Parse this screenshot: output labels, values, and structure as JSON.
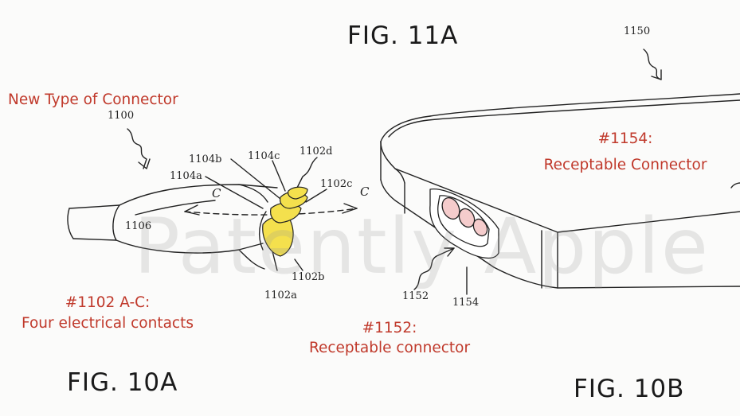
{
  "figures": {
    "fig11a": "FIG. 11A",
    "fig10a": "FIG. 10A",
    "fig10b": "FIG. 10B"
  },
  "annotations": {
    "new_connector": "New Type of Connector",
    "contacts_id": "#1102 A-C:",
    "contacts_desc": "Four electrical contacts",
    "receptable_id": "#1152:",
    "receptable_desc": "Receptable connector",
    "receptable2_id": "#1154:",
    "receptable2_desc": "Receptable Connector"
  },
  "reference_numbers": {
    "r1100": "1100",
    "r1104b": "1104b",
    "r1104c": "1104c",
    "r1102d": "1102d",
    "r1104a": "1104a",
    "r1102c": "1102c",
    "r1106": "1106",
    "r1102b": "1102b",
    "r1102a": "1102a",
    "r1150": "1150",
    "r1152": "1152",
    "r1154": "1154",
    "section_c": "C"
  },
  "watermark": "Patently Apple",
  "colors": {
    "annotation": "#c0392b",
    "contacts": "#f4e04d",
    "port_pink": "#f5cccc",
    "line": "#222222"
  }
}
